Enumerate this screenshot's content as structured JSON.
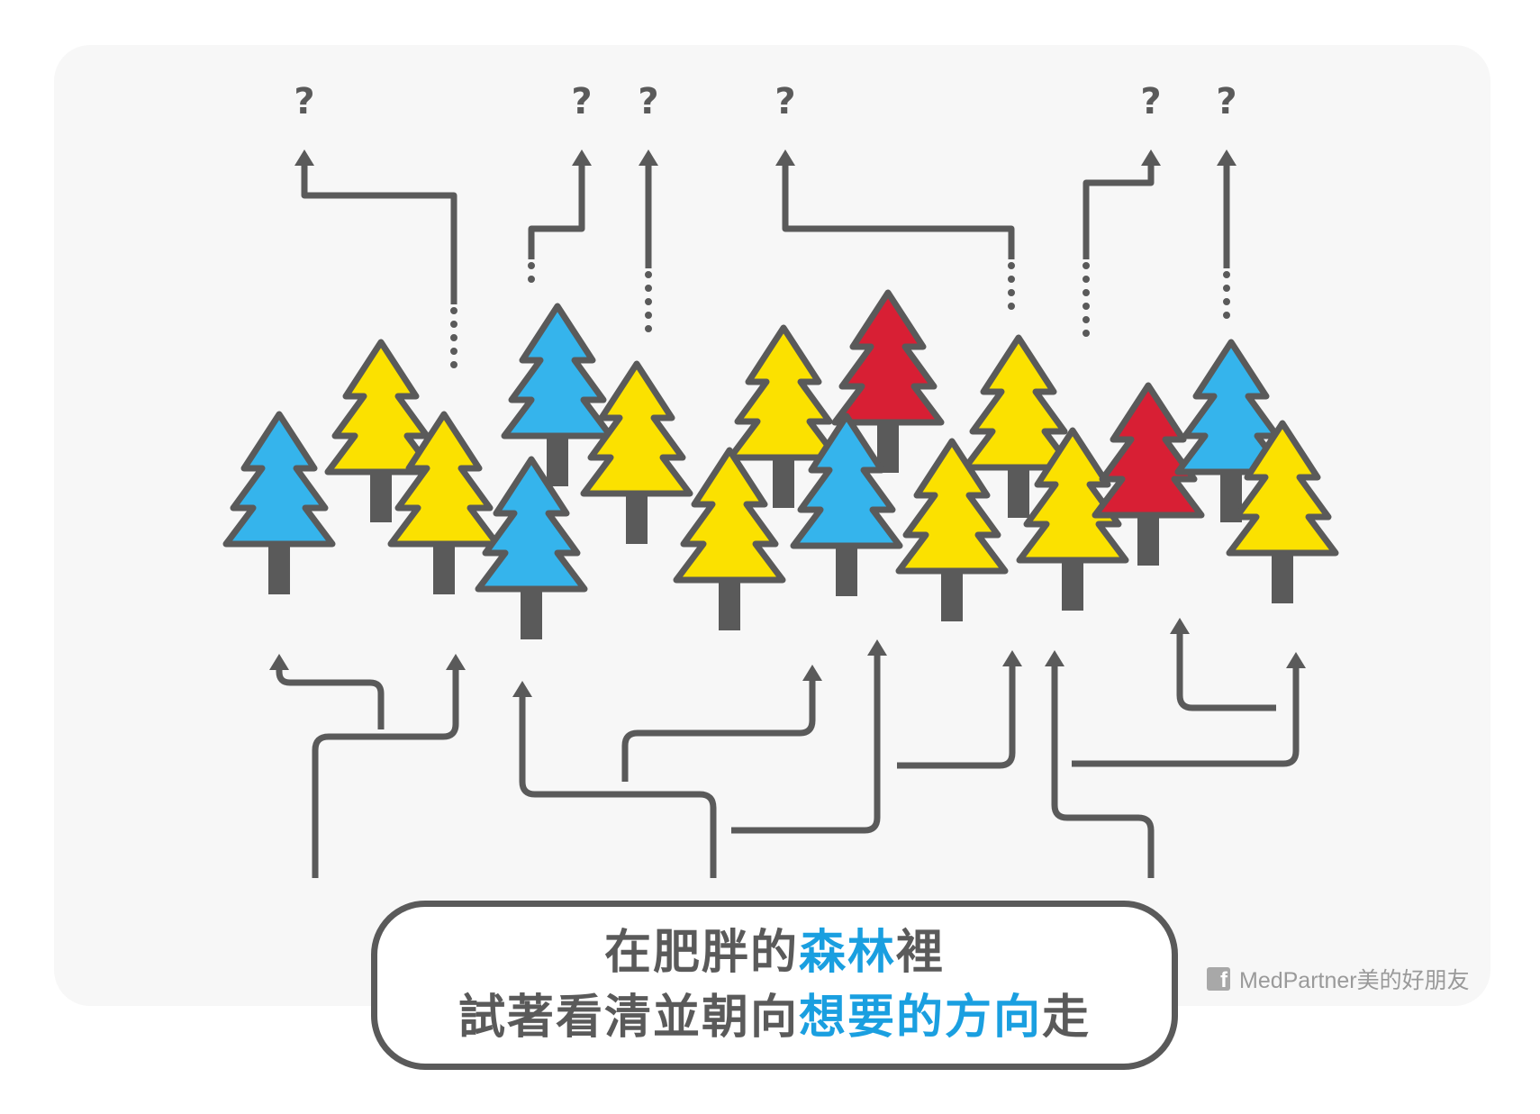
{
  "colors": {
    "panel": "#f7f7f7",
    "stroke": "#5a5a5a",
    "tree_blue": "#35b4ec",
    "tree_yellow": "#fbe100",
    "tree_red": "#d81f34",
    "highlight": "#1a9fe0"
  },
  "question_mark": "?",
  "caption": {
    "line1": {
      "part1": "在肥胖的",
      "highlight": "森林",
      "part2": "裡"
    },
    "line2": {
      "part1": "試著看清並朝向",
      "highlight": "想要的方向",
      "part2": "走"
    }
  },
  "brand": {
    "icon": "facebook-icon",
    "text": "MedPartner美的好朋友"
  },
  "trees": [
    {
      "color": "blue"
    },
    {
      "color": "yellow"
    },
    {
      "color": "yellow"
    },
    {
      "color": "blue"
    },
    {
      "color": "blue"
    },
    {
      "color": "yellow"
    },
    {
      "color": "yellow"
    },
    {
      "color": "yellow"
    },
    {
      "color": "red"
    },
    {
      "color": "yellow"
    },
    {
      "color": "blue"
    },
    {
      "color": "yellow"
    },
    {
      "color": "yellow"
    },
    {
      "color": "red"
    },
    {
      "color": "blue"
    },
    {
      "color": "yellow"
    }
  ]
}
